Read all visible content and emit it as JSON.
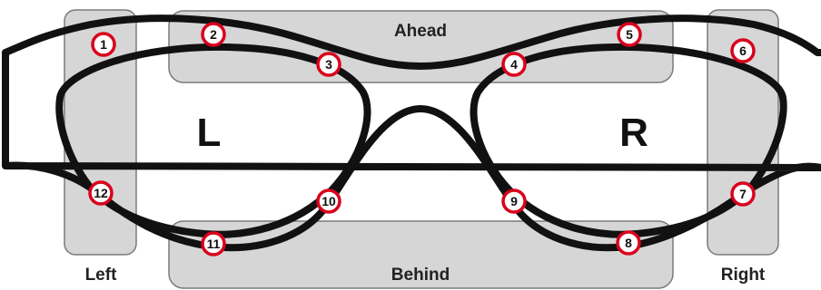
{
  "zones": {
    "ahead": "Ahead",
    "behind": "Behind",
    "left": "Left",
    "right": "Right"
  },
  "lenses": {
    "left": "L",
    "right": "R"
  },
  "markers": [
    "1",
    "2",
    "3",
    "4",
    "5",
    "6",
    "7",
    "8",
    "9",
    "10",
    "11",
    "12"
  ],
  "colors": {
    "zone_fill": "#d6d6d6",
    "frame": "#111111",
    "marker_ring": "#d9001b"
  }
}
